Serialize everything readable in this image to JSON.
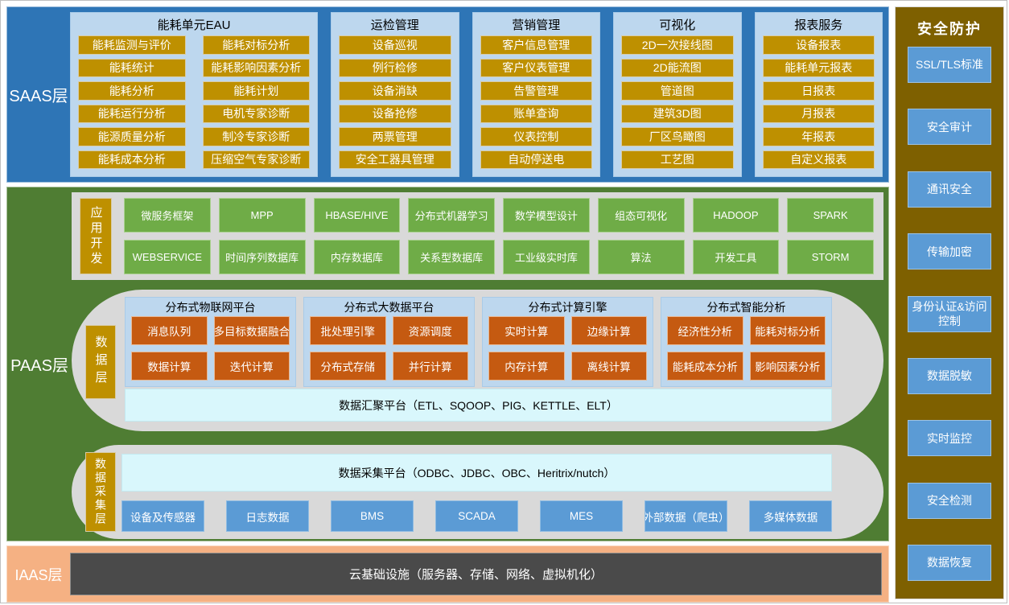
{
  "colors": {
    "saas_band": "#2E75B6",
    "panel_blue": "#BDD7EE",
    "gold": "#BE9000",
    "paas_band": "#4F7D33",
    "green_box": "#6FAC47",
    "gray_container": "#D9D9D9",
    "orange_box": "#C55A11",
    "cyan_bar": "#D9F7FC",
    "blue_box": "#5B9BD5",
    "iaas_band": "#F5B183",
    "infra_gray": "#4A4A4A",
    "security_bg": "#7E6000"
  },
  "layers": {
    "saas": {
      "label": "SAAS层",
      "groups": [
        {
          "title": "能耗单元EAU",
          "columns": [
            [
              "能耗监测与评价",
              "能耗统计",
              "能耗分析",
              "能耗运行分析",
              "能源质量分析",
              "能耗成本分析"
            ],
            [
              "能耗对标分析",
              "能耗影响因素分析",
              "能耗计划",
              "电机专家诊断",
              "制冷专家诊断",
              "压缩空气专家诊断"
            ]
          ]
        },
        {
          "title": "运检管理",
          "items": [
            "设备巡视",
            "例行检修",
            "设备消缺",
            "设备抢修",
            "两票管理",
            "安全工器具管理"
          ]
        },
        {
          "title": "营销管理",
          "items": [
            "客户信息管理",
            "客户仪表管理",
            "告警管理",
            "账单查询",
            "仪表控制",
            "自动停送电"
          ]
        },
        {
          "title": "可视化",
          "items": [
            "2D一次接线图",
            "2D能流图",
            "管道图",
            "建筑3D图",
            "厂区鸟瞰图",
            "工艺图"
          ]
        },
        {
          "title": "报表服务",
          "items": [
            "设备报表",
            "能耗单元报表",
            "日报表",
            "月报表",
            "年报表",
            "自定义报表"
          ]
        }
      ]
    },
    "paas": {
      "label": "PAAS层",
      "app_dev": {
        "label": "应用开发",
        "rows": [
          [
            "微服务框架",
            "MPP",
            "HBASE/HIVE",
            "分布式机器学习",
            "数学模型设计",
            "组态可视化",
            "HADOOP",
            "SPARK"
          ],
          [
            "WEBSERVICE",
            "时间序列数据库",
            "内存数据库",
            "关系型数据库",
            "工业级实时库",
            "算法",
            "开发工具",
            "STORM"
          ]
        ]
      },
      "data_layer": {
        "label": "数据层",
        "groups": [
          {
            "title": "分布式物联网平台",
            "rows": [
              [
                "消息队列",
                "多目标数据融合"
              ],
              [
                "数据计算",
                "迭代计算"
              ]
            ]
          },
          {
            "title": "分布式大数据平台",
            "rows": [
              [
                "批处理引擎",
                "资源调度"
              ],
              [
                "分布式存储",
                "并行计算"
              ]
            ]
          },
          {
            "title": "分布式计算引擎",
            "rows": [
              [
                "实时计算",
                "边缘计算"
              ],
              [
                "内存计算",
                "离线计算"
              ]
            ]
          },
          {
            "title": "分布式智能分析",
            "rows": [
              [
                "经济性分析",
                "能耗对标分析"
              ],
              [
                "能耗成本分析",
                "影响因素分析"
              ]
            ]
          }
        ],
        "platform_bar": "数据汇聚平台（ETL、SQOOP、PIG、KETTLE、ELT）"
      },
      "data_collect": {
        "label": "数据采集层",
        "platform_bar": "数据采集平台（ODBC、JDBC、OBC、Heritrix/nutch）",
        "sources": [
          "设备及传感器",
          "日志数据",
          "BMS",
          "SCADA",
          "MES",
          "外部数据（爬虫）",
          "多媒体数据"
        ]
      }
    },
    "iaas": {
      "label": "IAAS层",
      "infrastructure": "云基础设施（服务器、存储、网络、虚拟机化）"
    },
    "security": {
      "title": "安全防护",
      "items": [
        "SSL/TLS标准",
        "安全审计",
        "通讯安全",
        "传输加密",
        "身份认证&访问控制",
        "数据脱敏",
        "实时监控",
        "安全检测",
        "数据恢复"
      ]
    }
  }
}
